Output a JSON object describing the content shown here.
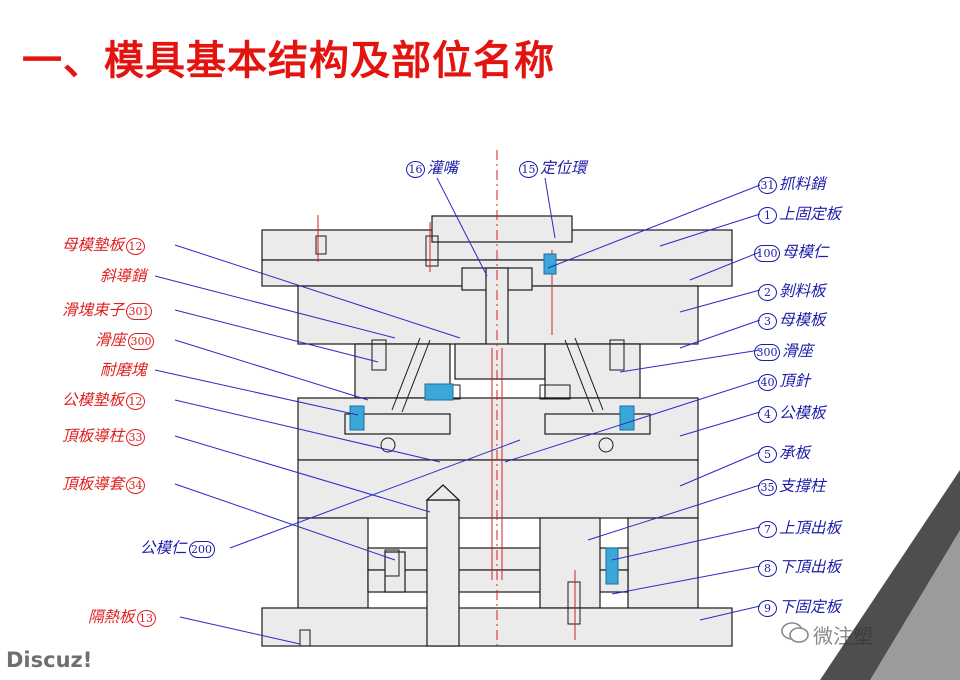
{
  "title": "一、模具基本结构及部位名称",
  "labels": {
    "n16": {
      "num": "16",
      "text": "灌嘴"
    },
    "n15": {
      "num": "15",
      "text": "定位環"
    },
    "n31": {
      "num": "31",
      "text": "抓料銷"
    },
    "n1": {
      "num": "1",
      "text": "上固定板"
    },
    "n100": {
      "num": "100",
      "text": "母模仁"
    },
    "n2": {
      "num": "2",
      "text": "剝料板"
    },
    "n3": {
      "num": "3",
      "text": "母模板"
    },
    "n300r": {
      "num": "300",
      "text": "滑座"
    },
    "n40": {
      "num": "40",
      "text": "頂針"
    },
    "n4": {
      "num": "4",
      "text": "公模板"
    },
    "n5": {
      "num": "5",
      "text": "承板"
    },
    "n35": {
      "num": "35",
      "text": "支撐柱"
    },
    "n7": {
      "num": "7",
      "text": "上頂出板"
    },
    "n8": {
      "num": "8",
      "text": "下頂出板"
    },
    "n9": {
      "num": "9",
      "text": "下固定板"
    },
    "l12a": {
      "num": "12",
      "text": "母模墊板"
    },
    "lxie": {
      "text": "斜導銷"
    },
    "l301": {
      "num": "301",
      "text": "滑塊束子"
    },
    "l300": {
      "num": "300",
      "text": "滑座"
    },
    "lnai": {
      "text": "耐磨塊"
    },
    "l12b": {
      "num": "12",
      "text": "公模墊板"
    },
    "l33": {
      "num": "33",
      "text": "頂板導柱"
    },
    "l34": {
      "num": "34",
      "text": "頂板導套"
    },
    "l200": {
      "num": "200",
      "text": "公模仁"
    },
    "l13": {
      "num": "13",
      "text": "隔熱板"
    }
  },
  "watermark_left": "Discuz!",
  "watermark_right": "微注塑",
  "colors": {
    "title": "#e3140f",
    "left_labels": "#e01e1e",
    "right_labels": "#1c1ca8",
    "leader": "#2b2bc8",
    "structure": "#1a1a1a",
    "center_line": "#d42020",
    "fill": "#eaeaea"
  }
}
